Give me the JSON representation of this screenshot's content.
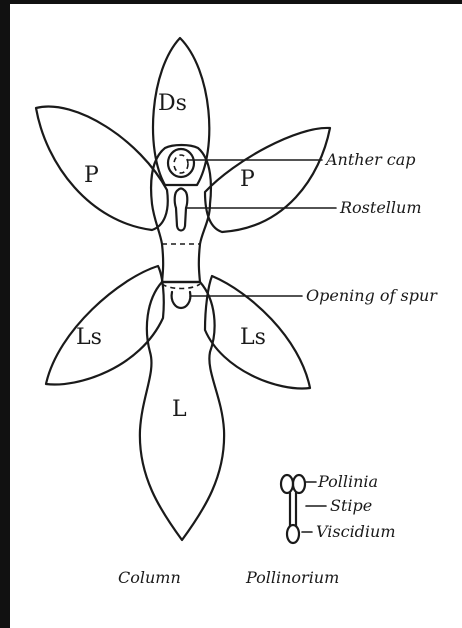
{
  "diagram": {
    "organ_labels": {
      "dorsal_sepal": "Ds",
      "petal_left": "P",
      "petal_right": "P",
      "lateral_sepal_left": "Ls",
      "lateral_sepal_right": "Ls",
      "labellum": "L"
    },
    "callouts": {
      "anther_cap": "Anther cap",
      "rostellum": "Rostellum",
      "opening_of_spur": "Opening of spur",
      "pollinia": "Pollinia",
      "stipe": "Stipe",
      "viscidium": "Viscidium"
    },
    "captions": {
      "column": "Column",
      "pollinarium": "Pollinorium"
    },
    "ink_color": "#1a1a1a"
  }
}
